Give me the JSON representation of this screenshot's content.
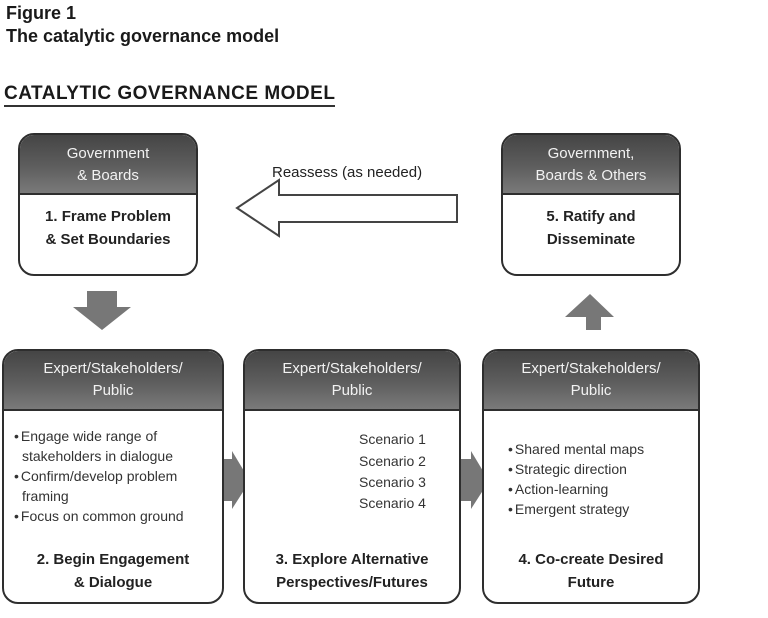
{
  "figure": {
    "label": "Figure 1",
    "caption": "The catalytic governance model"
  },
  "model_title": "CATALYTIC GOVERNANCE MODEL",
  "reassess_label": "Reassess (as needed)",
  "boxes": {
    "frame": {
      "header": [
        "Government",
        "& Boards"
      ],
      "step": [
        "1. Frame Problem",
        "& Set Boundaries"
      ]
    },
    "engage": {
      "header": [
        "Expert/Stakeholders/",
        "Public"
      ],
      "bullets": [
        "Engage wide range of stakeholders in dialogue",
        "Confirm/develop problem framing",
        "Focus on common ground"
      ],
      "step": [
        "2. Begin Engagement",
        "& Dialogue"
      ]
    },
    "explore": {
      "header": [
        "Expert/Stakeholders/",
        "Public"
      ],
      "scenarios": [
        "Scenario 1",
        "Scenario 2",
        "Scenario 3",
        "Scenario 4"
      ],
      "step": [
        "3. Explore Alternative",
        "Perspectives/Futures"
      ]
    },
    "cocreate": {
      "header": [
        "Expert/Stakeholders/",
        "Public"
      ],
      "bullets": [
        "Shared mental maps",
        "Strategic direction",
        "Action-learning",
        "Emergent strategy"
      ],
      "step": [
        "4. Co-create Desired",
        "Future"
      ]
    },
    "ratify": {
      "header": [
        "Government,",
        "Boards & Others"
      ],
      "step": [
        "5. Ratify and",
        "Disseminate"
      ]
    }
  },
  "colors": {
    "header_dark": "#454545",
    "arrow_fill": "#777777",
    "border": "#2e2e2e"
  }
}
